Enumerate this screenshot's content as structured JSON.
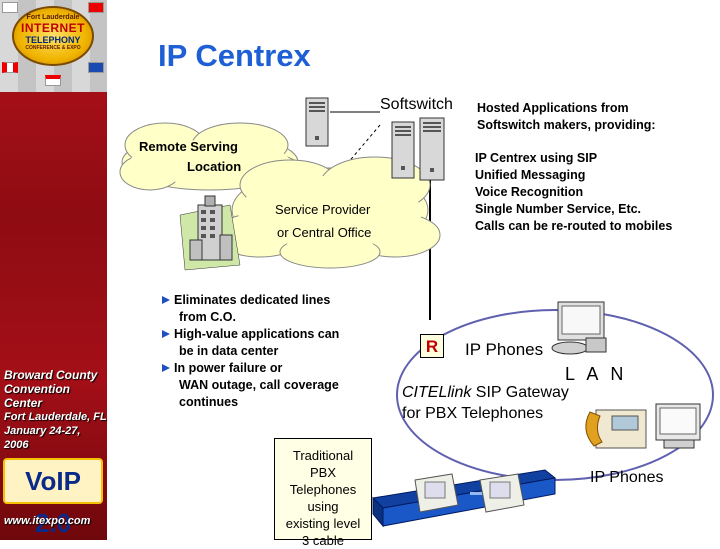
{
  "title": "IP Centrex",
  "softswitch_label": "Softswitch",
  "hosted": {
    "line1": "Hosted Applications from",
    "line2": "Softswitch makers, providing:"
  },
  "services": [
    "IP Centrex using SIP",
    "Unified Messaging",
    "Voice Recognition",
    "Single Number Service, Etc.",
    "Calls can be re-routed to mobiles"
  ],
  "remote_cloud": {
    "line1": "Remote Serving",
    "line2": "Location"
  },
  "provider_cloud": {
    "line1": "Service Provider",
    "line2": "or Central Office"
  },
  "bullets": [
    {
      "first": "Eliminates dedicated lines",
      "rest": "from C.O."
    },
    {
      "first": "High-value applications can",
      "rest": "be in data center"
    },
    {
      "first": "In power failure or",
      "rest": "WAN outage, call coverage continues"
    }
  ],
  "router_label": "R",
  "ip_phones_top": "IP Phones",
  "lan_label": "L A N",
  "gateway": {
    "name_italic": "CITELlink",
    "name_rest": " SIP Gateway",
    "line2": "for PBX Telephones"
  },
  "ip_phones_bottom": "IP Phones",
  "traditional": [
    "Traditional",
    "PBX",
    "Telephones",
    "using",
    "existing level",
    "3 cable"
  ],
  "banner": {
    "logo_l1": "Fort Lauderdale",
    "logo_l2": "INTERNET",
    "logo_l3": "TELEPHONY",
    "logo_l4": "CONFERENCE & EXPO",
    "venue": [
      "Broward County",
      "Convention Center"
    ],
    "city": [
      "Fort Lauderdale, FL",
      "January 24-27, 2006"
    ],
    "voip": "VoIP 2.0",
    "site": "www.itexpo.com"
  },
  "colors": {
    "title": "#1f5fd6",
    "banner_red": "#b5121b",
    "cloud": "#ffffc8",
    "lan_ring": "#6060b0",
    "router": "#c00000"
  }
}
